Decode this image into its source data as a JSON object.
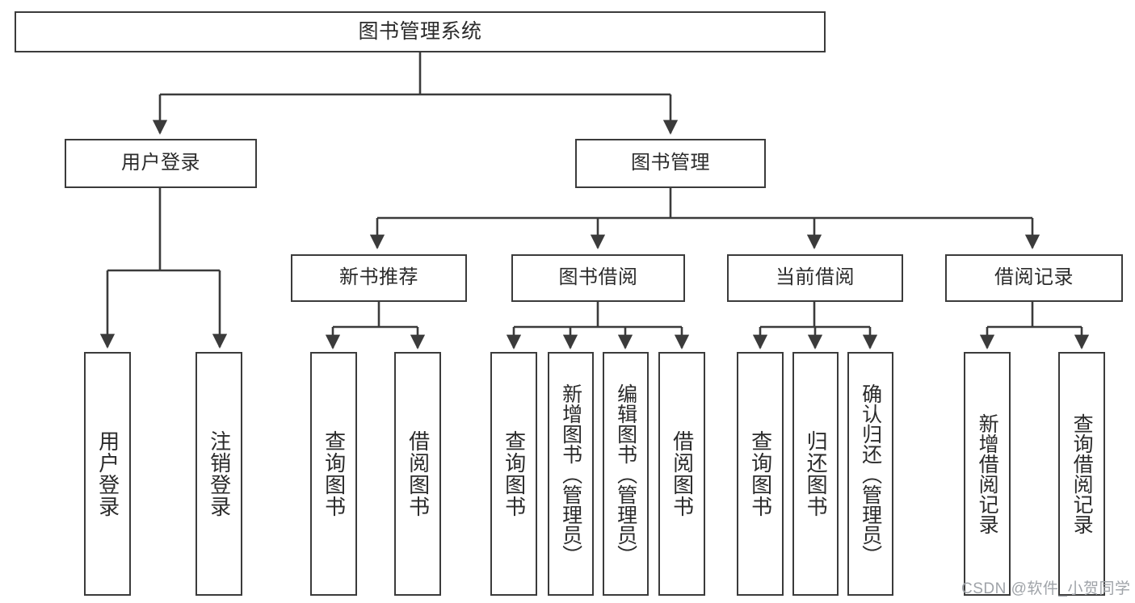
{
  "diagram": {
    "title": "图书管理系统",
    "type": "hierarchy-tree",
    "watermark": "CSDN @软件_小贺同学",
    "colors": {
      "stroke": "#3b3b3b",
      "text": "#2b2b2b",
      "background": "#ffffff",
      "watermark": "#9fa3a8"
    },
    "nodes": {
      "root": {
        "label": "图书管理系统"
      },
      "level2": [
        {
          "label": "用户登录"
        },
        {
          "label": "图书管理"
        }
      ],
      "level3": [
        {
          "label": "新书推荐"
        },
        {
          "label": "图书借阅"
        },
        {
          "label": "当前借阅"
        },
        {
          "label": "借阅记录"
        }
      ],
      "leaves": {
        "user_login": [
          {
            "label": "用户登录"
          },
          {
            "label": "注销登录"
          }
        ],
        "new_book_recommend": [
          {
            "label": "查询图书"
          },
          {
            "label": "借阅图书"
          }
        ],
        "book_borrow": [
          {
            "label": "查询图书"
          },
          {
            "label": "新增图书（管理员）"
          },
          {
            "label": "编辑图书（管理员）"
          },
          {
            "label": "借阅图书"
          }
        ],
        "current_borrow": [
          {
            "label": "查询图书"
          },
          {
            "label": "归还图书"
          },
          {
            "label": "确认归还（管理员）"
          }
        ],
        "borrow_record": [
          {
            "label": "新增借阅记录"
          },
          {
            "label": "查询借阅记录"
          }
        ]
      }
    }
  }
}
